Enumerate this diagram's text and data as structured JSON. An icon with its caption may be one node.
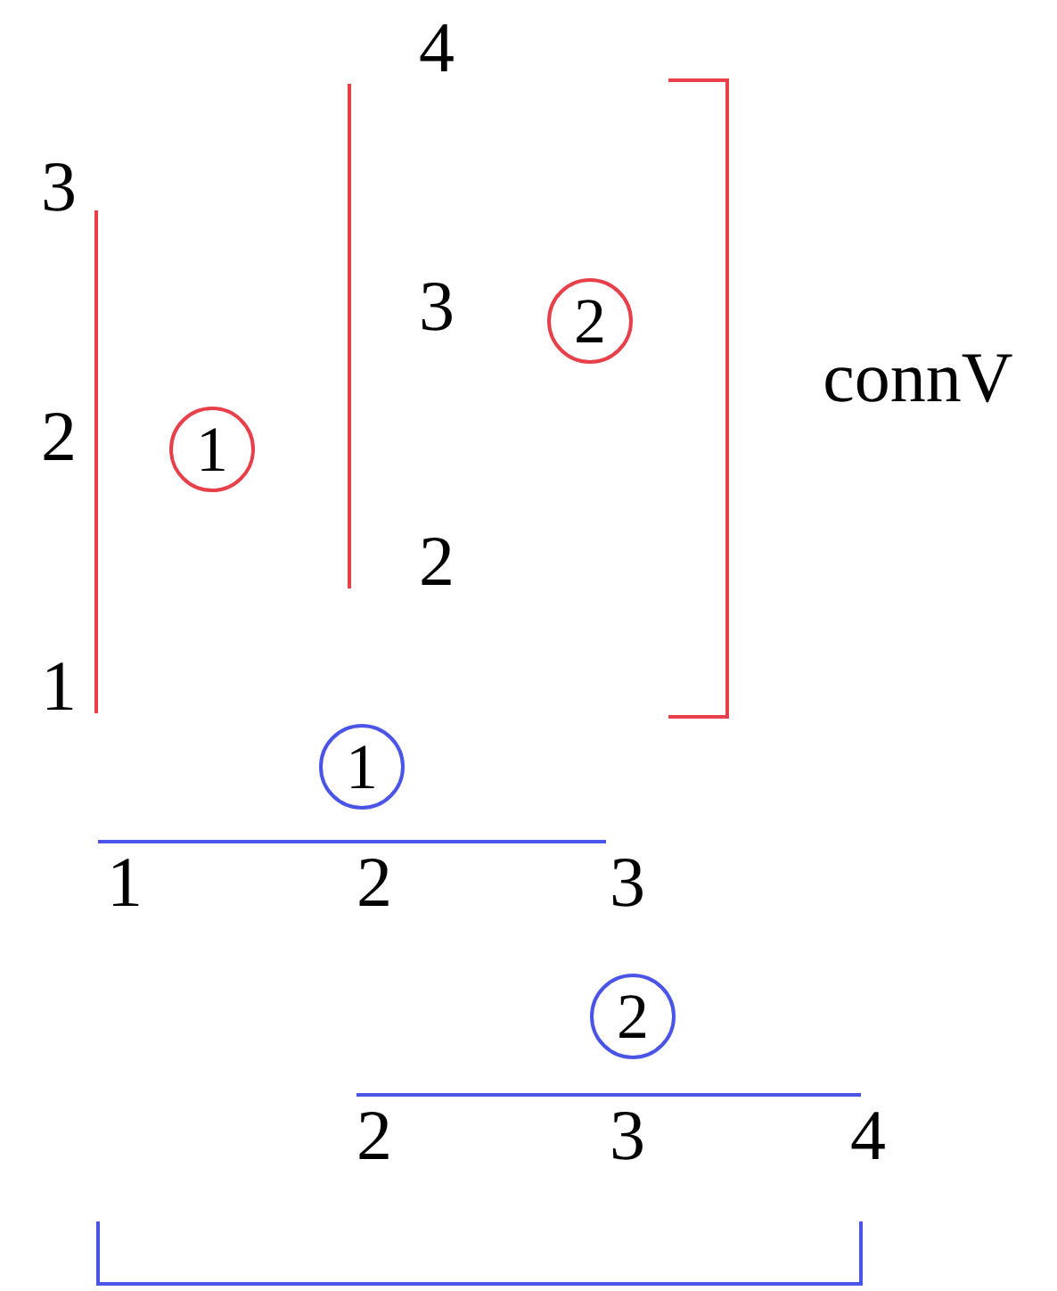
{
  "diagram": {
    "nodes": [
      {
        "text": [
          "1"
        ]
      },
      {
        "text": [
          "2"
        ]
      },
      {
        "text": [
          "1"
        ]
      },
      {
        "text": [
          "2"
        ]
      }
    ],
    "labels": [
      "4",
      "3",
      "3",
      "2",
      "connV",
      "2",
      "1",
      "1",
      "2",
      "3",
      "2",
      "3",
      "4"
    ]
  }
}
